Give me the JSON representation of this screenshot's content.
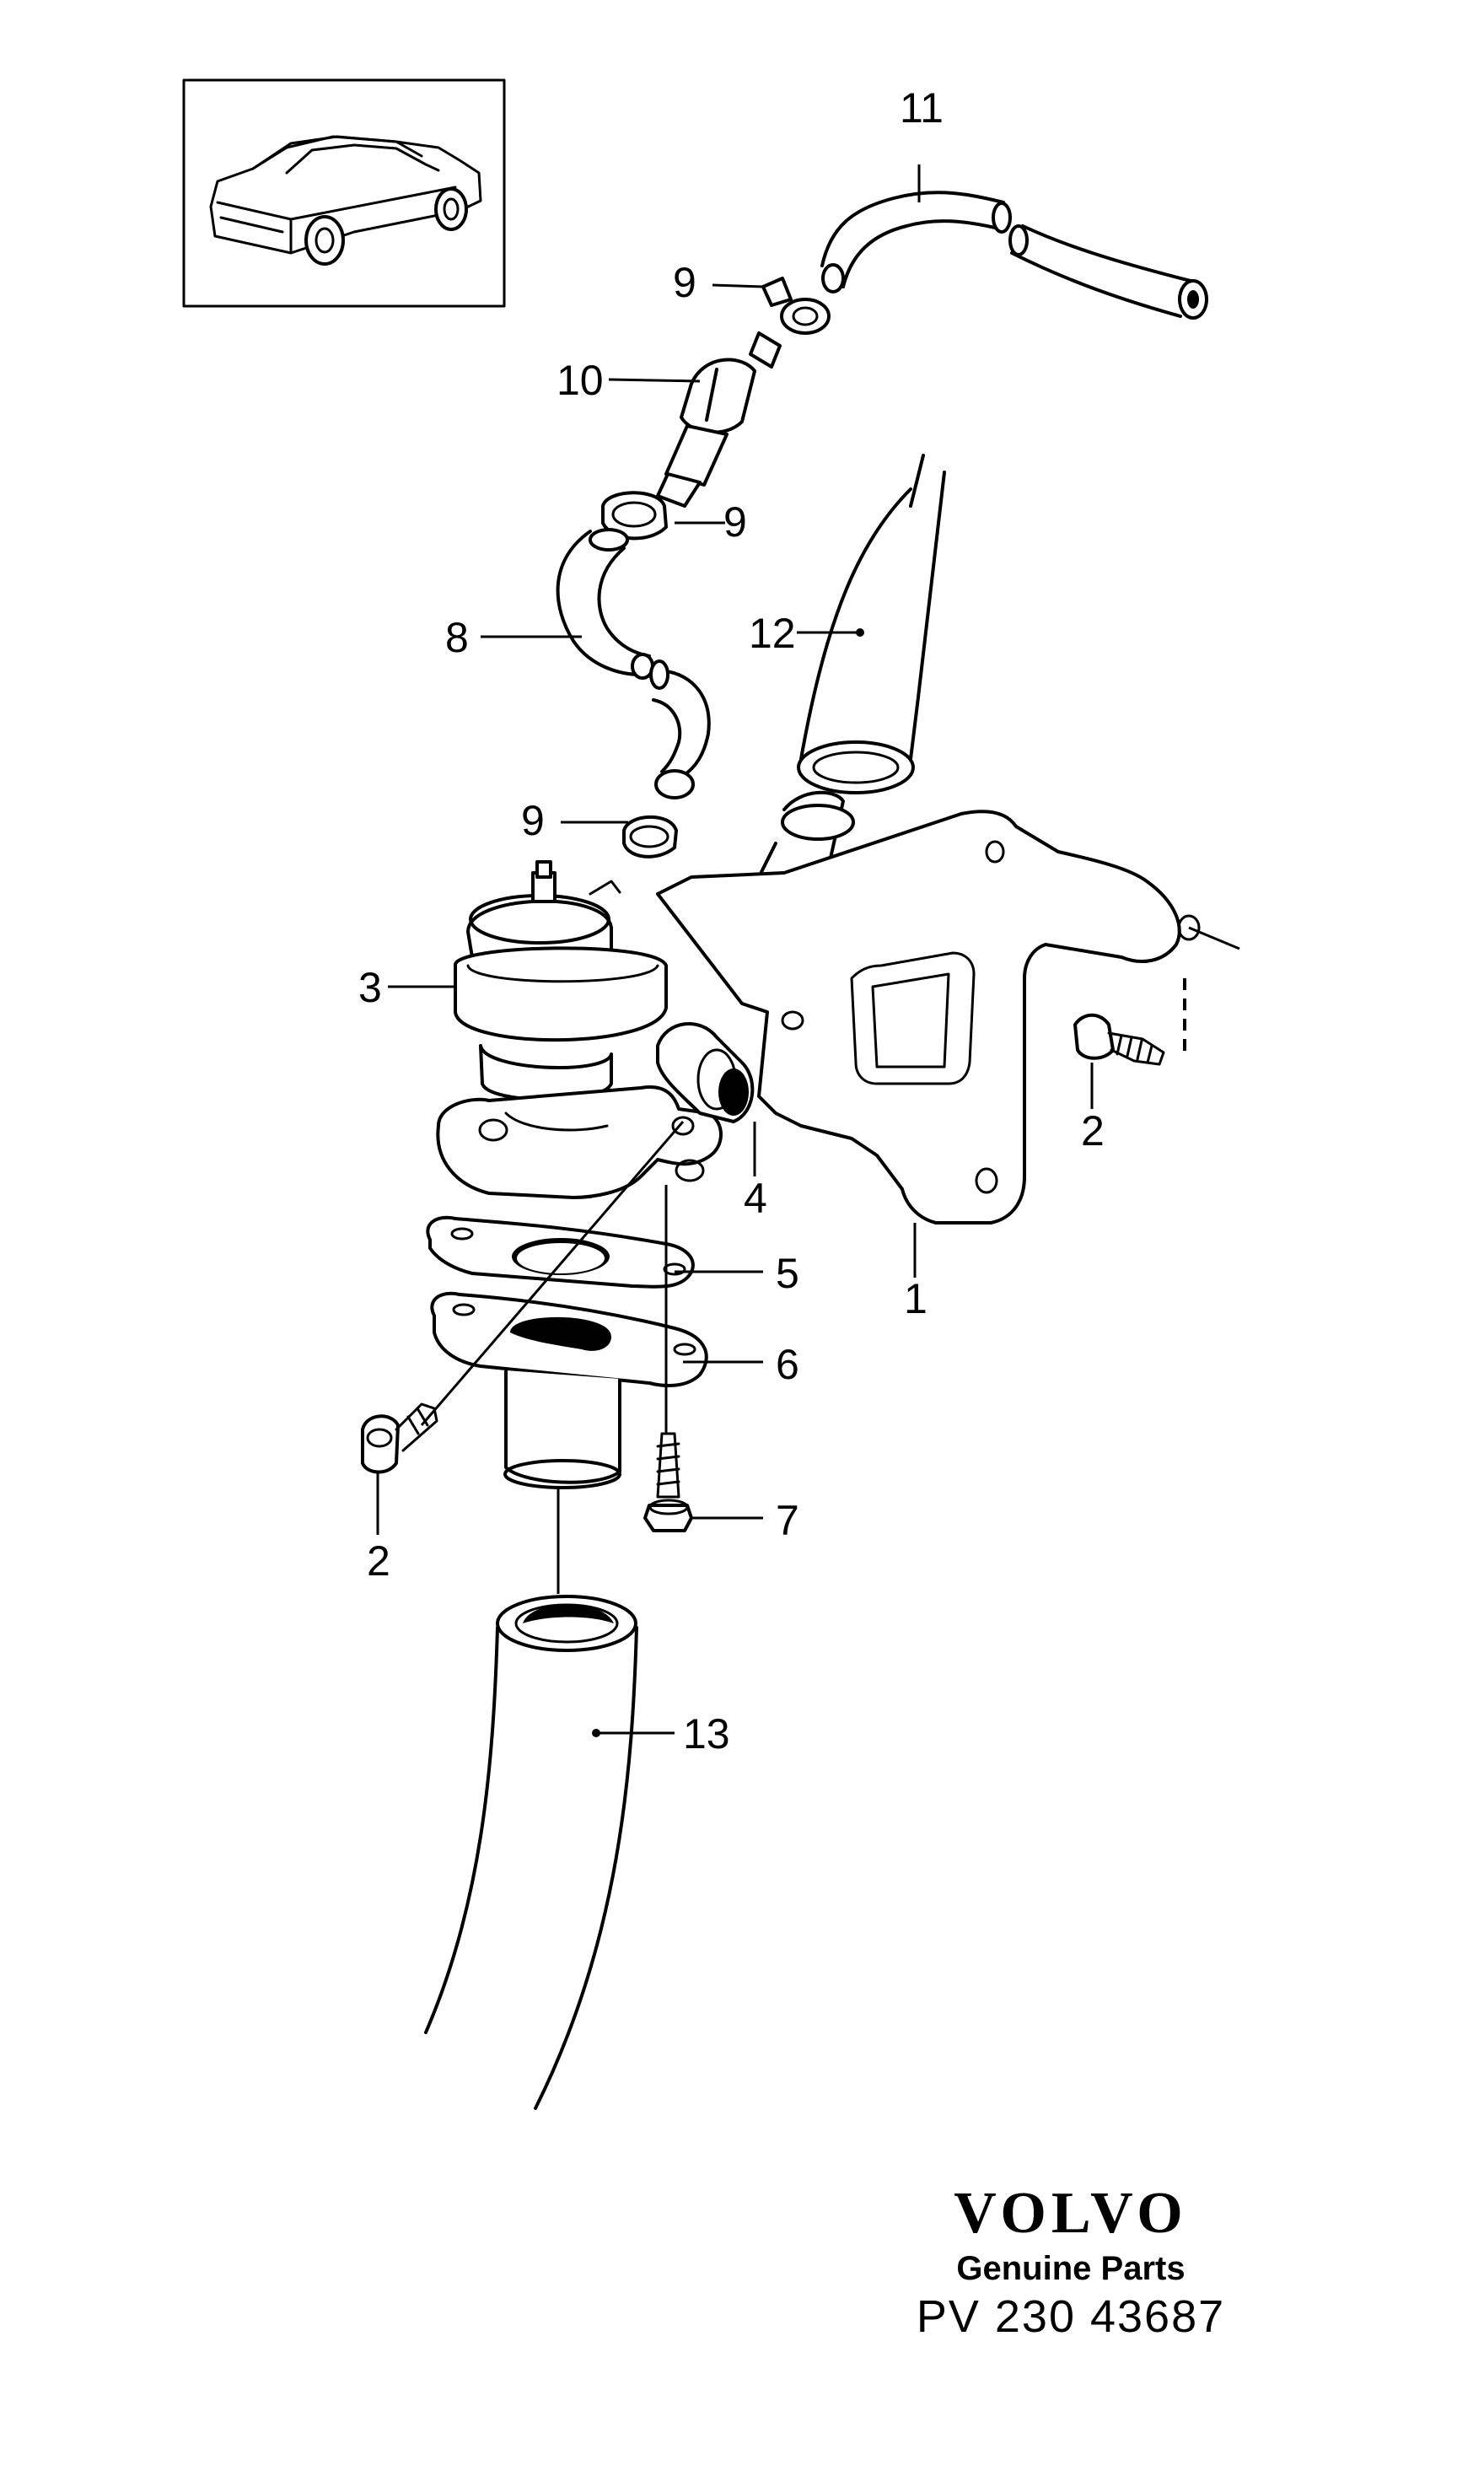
{
  "callouts": {
    "c1": "1",
    "c2a": "2",
    "c2b": "2",
    "c3": "3",
    "c4": "4",
    "c5": "5",
    "c6": "6",
    "c7": "7",
    "c8": "8",
    "c9a": "9",
    "c9b": "9",
    "c9c": "9",
    "c10": "10",
    "c11": "11",
    "c12": "12",
    "c13": "13"
  },
  "brand": {
    "logo": "VOLVO",
    "subtitle": "Genuine Parts",
    "code": "PV 230 43687"
  }
}
